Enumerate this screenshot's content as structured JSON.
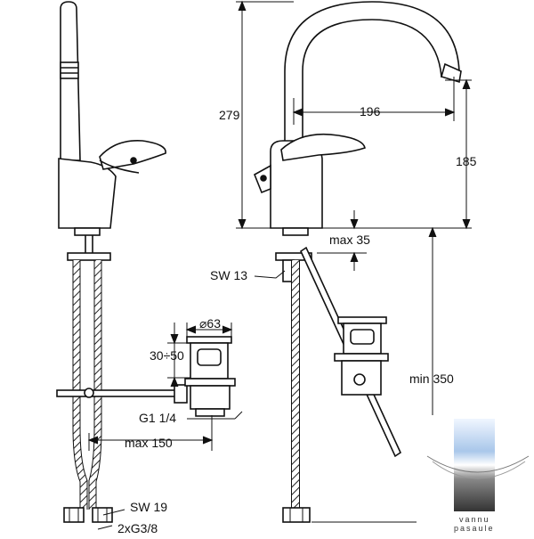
{
  "dimensions": {
    "height_total": "279",
    "spout_reach": "196",
    "spout_height": "185",
    "max_deck": "max 35",
    "wrench_sw13": "SW 13",
    "diameter": "⌀63",
    "drain_range": "30÷50",
    "thread_g": "G1 1/4",
    "rod_max": "max 150",
    "wrench_sw19": "SW 19",
    "connection": "2xG3/8",
    "min_clearance": "min 350"
  },
  "logo": {
    "line1": "vannu",
    "line2": "pasaule"
  }
}
